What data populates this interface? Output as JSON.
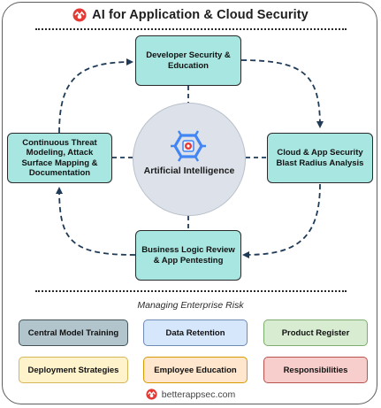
{
  "header": {
    "title": "AI for Application & Cloud Security"
  },
  "center": {
    "label": "Artificial Intelligence"
  },
  "nodes": {
    "top": "Developer Security & Education",
    "right": "Cloud & App Security Blast Radius Analysis",
    "bottom": "Business Logic Review & App Pentesting",
    "left": "Continuous Threat Modeling, Attack Surface Mapping & Documentation"
  },
  "risk": {
    "title": "Managing Enterprise Risk",
    "items": [
      {
        "label": "Central Model Training",
        "fill": "#b2c4cc",
        "stroke": "#42525a"
      },
      {
        "label": "Data Retention",
        "fill": "#d6e6fb",
        "stroke": "#6e89b4"
      },
      {
        "label": "Product Register",
        "fill": "#d7ecd0",
        "stroke": "#7cad6e"
      },
      {
        "label": "Deployment Strategies",
        "fill": "#fff3cc",
        "stroke": "#d6b656"
      },
      {
        "label": "Employee Education",
        "fill": "#ffe6cc",
        "stroke": "#d79b00"
      },
      {
        "label": "Responsibilities",
        "fill": "#f8cecc",
        "stroke": "#b85450"
      }
    ]
  },
  "footer": {
    "text": "betterappsec.com"
  },
  "colors": {
    "node_fill": "#a8e6e1",
    "arrow": "#1f3b57",
    "brand_red": "#e53935"
  }
}
